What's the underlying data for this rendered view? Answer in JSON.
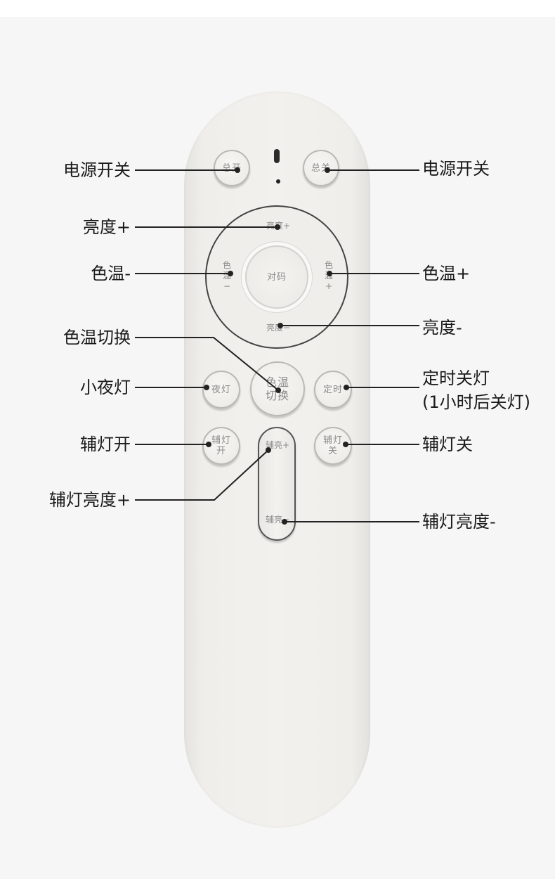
{
  "remote": {
    "buttons": {
      "power_on": "总开",
      "power_off": "总关",
      "brightness_up": "亮度+",
      "color_temp_down": [
        "色",
        "温",
        "−"
      ],
      "pair": "对码",
      "color_temp_up": [
        "色",
        "温",
        "+"
      ],
      "brightness_down": "亮度−",
      "night_light": "夜灯",
      "color_temp_switch": [
        "色温",
        "切换"
      ],
      "timer": "定时",
      "aux_on": [
        "辅灯",
        "开"
      ],
      "aux_brightness_up": "辅亮+",
      "aux_off": [
        "辅灯",
        "关"
      ],
      "aux_brightness_down": "辅亮−"
    }
  },
  "callouts": {
    "left": [
      "电源开关",
      "亮度+",
      "色温-",
      "色温切换",
      "小夜灯",
      "辅灯开",
      "辅灯亮度+"
    ],
    "right": [
      "电源开关",
      "色温+",
      "亮度-",
      "定时关灯",
      "(1小时后关灯)",
      "辅灯关",
      "辅灯亮度-"
    ]
  },
  "colors": {
    "background": "#f6f6f6",
    "remote_body": "#f0efeb",
    "callout_line": "#222222",
    "button_text": "#8a8a8a"
  }
}
